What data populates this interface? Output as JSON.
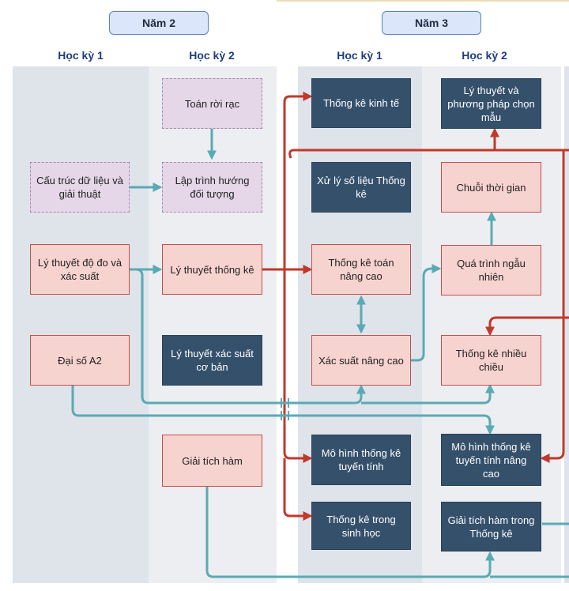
{
  "years": [
    {
      "label": "Năm 2"
    },
    {
      "label": "Năm 3"
    }
  ],
  "semesters": [
    "Học kỳ 1",
    "Học kỳ 2",
    "Học kỳ 1",
    "Học kỳ 2"
  ],
  "nodes": {
    "toan_roi_rac": "Toán rời rạc",
    "cau_truc_du_lieu": "Cấu trúc dữ liệu và giải thuật",
    "lap_trinh_huong_doi_tuong": "Lập trình hướng đối tượng",
    "ly_thuyet_do_do": "Lý thuyết độ đo và xác suất",
    "ly_thuyet_thong_ke": "Lý thuyết thống kê",
    "dai_so_a2": "Đại số A2",
    "ly_thuyet_xac_suat_co_ban": "Lý thuyết xác suất cơ bản",
    "giai_tich_ham": "Giải tích hàm",
    "thong_ke_kinh_te": "Thống kê kinh tế",
    "xu_ly_so_lieu": "Xử lý số liệu Thống kê",
    "thong_ke_toan_nang_cao": "Thống kê toán nâng cao",
    "xac_suat_nang_cao": "Xác suất nâng cao",
    "mo_hinh_thong_ke_tuyen_tinh": "Mô hình thống kê tuyến tính",
    "thong_ke_sinh_hoc": "Thống kê trong sinh học",
    "ly_thuyet_chon_mau": "Lý thuyết và phương pháp chọn mẫu",
    "chuoi_thoi_gian": "Chuỗi thời gian",
    "qua_trinh_ngau_nhien": "Quá trình ngẫu nhiên",
    "thong_ke_nhieu_chieu": "Thống kê nhiều chiều",
    "mo_hinh_tuyen_tinh_nang_cao": "Mô hình thống kê tuyến tính nâng cao",
    "giai_tich_ham_thong_ke": "Giải tích hàm trong Thống kê"
  },
  "colors": {
    "prerequisite_red": "#c0392b",
    "related_teal": "#5aaab5",
    "course_pink": "#f7d3cf",
    "course_navy": "#34506b",
    "course_lilac": "#e5d6e8"
  }
}
